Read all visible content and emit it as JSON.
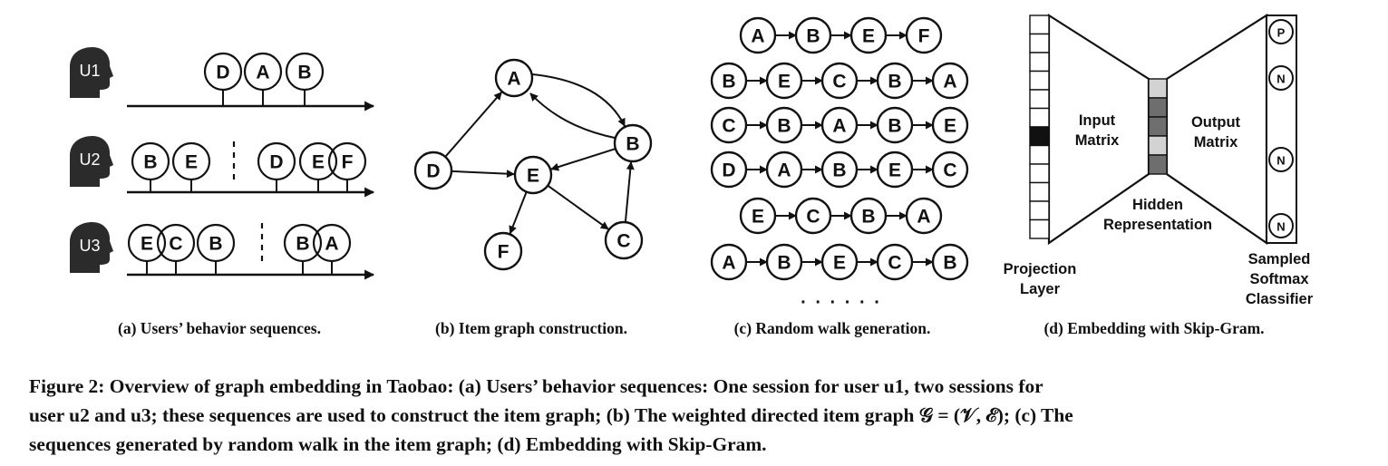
{
  "panel_a": {
    "users": [
      {
        "label": "U1",
        "sessions": [
          [
            "D",
            "A",
            "B"
          ]
        ]
      },
      {
        "label": "U2",
        "sessions": [
          [
            "B",
            "E"
          ],
          [
            "D",
            "E",
            "F"
          ]
        ]
      },
      {
        "label": "U3",
        "sessions": [
          [
            "E",
            "C",
            "B"
          ],
          [
            "B",
            "A"
          ]
        ]
      }
    ],
    "caption": "(a) Users’ behavior sequences."
  },
  "panel_b": {
    "nodes": [
      "A",
      "B",
      "C",
      "D",
      "E",
      "F"
    ],
    "edges": [
      [
        "D",
        "A"
      ],
      [
        "A",
        "B"
      ],
      [
        "B",
        "A"
      ],
      [
        "D",
        "E"
      ],
      [
        "B",
        "E"
      ],
      [
        "E",
        "F"
      ],
      [
        "E",
        "C"
      ],
      [
        "C",
        "B"
      ]
    ],
    "caption": "(b) Item graph construction."
  },
  "panel_c": {
    "walks": [
      [
        "A",
        "B",
        "E",
        "F"
      ],
      [
        "B",
        "E",
        "C",
        "B",
        "A"
      ],
      [
        "C",
        "B",
        "A",
        "B",
        "E"
      ],
      [
        "D",
        "A",
        "B",
        "E",
        "C"
      ],
      [
        "E",
        "C",
        "B",
        "A"
      ],
      [
        "A",
        "B",
        "E",
        "C",
        "B"
      ]
    ],
    "ellipsis": "· · · · · ·",
    "caption": "(c) Random walk generation."
  },
  "panel_d": {
    "projection_label": [
      "Projection",
      "Layer"
    ],
    "input_label": [
      "Input",
      "Matrix"
    ],
    "output_label": [
      "Output",
      "Matrix"
    ],
    "hidden_label": [
      "Hidden",
      "Representation"
    ],
    "classifier_label": [
      "Sampled",
      "Softmax",
      "Classifier"
    ],
    "output_nodes": [
      "P",
      "N",
      "N",
      "N"
    ],
    "colors": {
      "active_cell": "#111111",
      "hidden_dark": "#6e6e6e",
      "hidden_light": "#d3d3d3"
    },
    "caption": "(d) Embedding with Skip-Gram."
  },
  "caption": {
    "line1": "Figure 2: Overview of graph embedding in Taobao: (a) Users’ behavior sequences: One session for user u1, two sessions for",
    "line2": "user u2 and u3; these sequences are used to construct the item graph; (b) The weighted directed item graph 𝒢 = (𝒱, ℰ); (c) The",
    "line3": "sequences generated by random walk in the item graph; (d) Embedding with Skip-Gram."
  }
}
